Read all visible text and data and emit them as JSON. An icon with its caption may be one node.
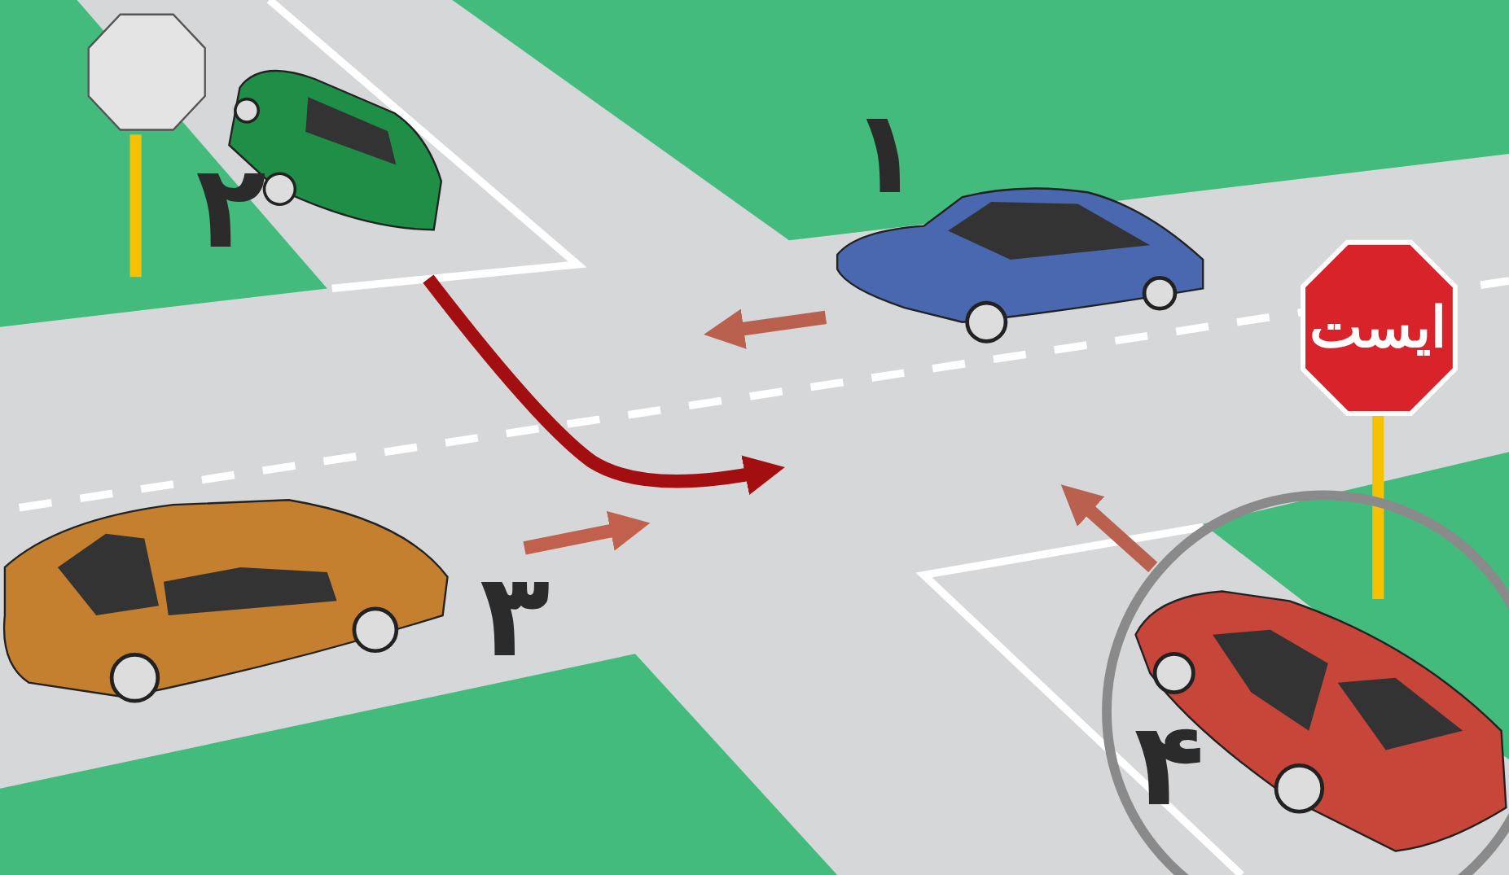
{
  "diagram": {
    "labels": [
      "۱",
      "۲",
      "ایست",
      "۳",
      "۴"
    ]
  }
}
